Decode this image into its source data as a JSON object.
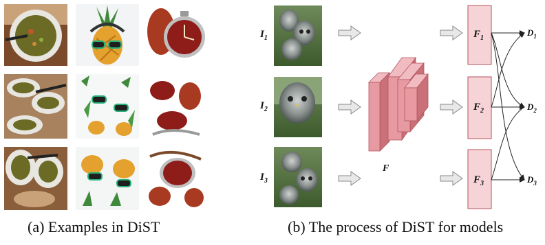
{
  "captions": {
    "a": "(a) Examples in DiST",
    "b": "(b) The process of DiST for models"
  },
  "grid": {
    "rows": [
      "original",
      "shuffled-1",
      "shuffled-2"
    ],
    "columns": [
      "soup-bowl",
      "pineapple-with-sunglasses",
      "pocket-watch"
    ]
  },
  "diagram": {
    "inputs": [
      {
        "base": "I",
        "sub": "1"
      },
      {
        "base": "I",
        "sub": "2"
      },
      {
        "base": "I",
        "sub": "3"
      }
    ],
    "network_label": "F",
    "features": [
      {
        "base": "F",
        "sub": "1"
      },
      {
        "base": "F",
        "sub": "2"
      },
      {
        "base": "F",
        "sub": "3"
      }
    ],
    "outputs": [
      {
        "base": "D",
        "sub": "1"
      },
      {
        "base": "D",
        "sub": "2"
      },
      {
        "base": "D",
        "sub": "3"
      }
    ]
  },
  "colors": {
    "feature_fill": "#f6d3d6",
    "feature_stroke": "#b2545e",
    "cnn_front": "#e79aa2",
    "cnn_side": "#c97079",
    "cnn_top": "#f1bcc1",
    "arrow_fill": "#e8e8e8",
    "arrow_stroke": "#8a8a8a"
  }
}
